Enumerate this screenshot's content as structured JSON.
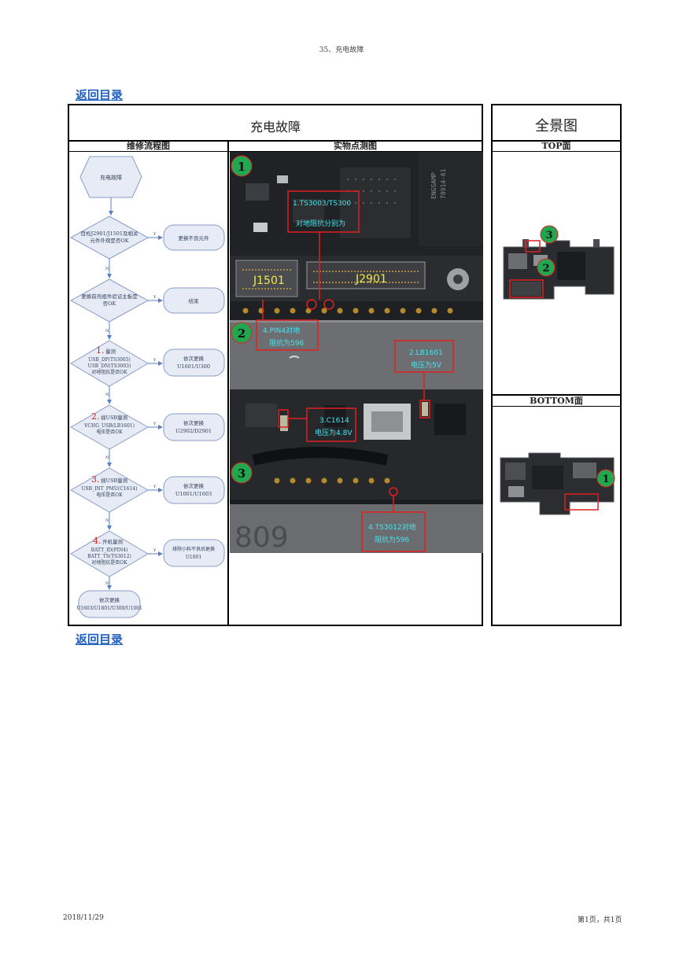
{
  "header": {
    "page_title": "35、充电故障"
  },
  "nav": {
    "back_link_top": "返回目录",
    "back_link_bottom": "返回目录"
  },
  "table": {
    "main_title": "充电故障",
    "overview_title": "全景图",
    "col_flow": "维修流程图",
    "col_photo": "实物点测图",
    "col_top": "TOP面",
    "col_bottom": "BOTTOM面"
  },
  "flowchart": {
    "start": "充电故障",
    "steps": [
      {
        "q1": "目检J2901/J1501及相关",
        "q2": "元件外观是否OK",
        "a1": "更换不良元件",
        "a2": ""
      },
      {
        "q1": "更换前壳组件验证主板是",
        "q2": "否OK",
        "a1": "结束",
        "a2": ""
      },
      {
        "num": "1.",
        "q0": "量测",
        "q1": "USB_DP(TS3005)",
        "q2": "USB_DN(TS3003)",
        "q3": "对地阻抗是否OK",
        "a1": "依次更换",
        "a2": "U1601/U300"
      },
      {
        "num": "2.",
        "q0": "插USB量测",
        "q1": "VCHG_USB(LB1601)",
        "q2": "电压是否OK",
        "a1": "依次更换",
        "a2": "U2902/D2901"
      },
      {
        "num": "3.",
        "q0": "插USB量测",
        "q1": "USB_INT_PMU(C1614)",
        "q2": "电压是否OK",
        "a1": "依次更换",
        "a2": "U1001/U1603"
      },
      {
        "num": "4.",
        "q0": "开机量测",
        "q1": "BATT_ID(PIN4)",
        "q2": "BATT_TS(TS3012)",
        "q3": "对地阻抗是否OK",
        "a1": "排除小料不良后更换",
        "a2": "U1001"
      }
    ],
    "end1": "依次更换",
    "end2": "U1603/U1801/U300/U1001",
    "yes": "Y",
    "no": "N"
  },
  "photo_labels": {
    "j1501": "J1501",
    "j2901": "J2901",
    "a1_line1": "1.TS3003/TS300",
    "a1_line2": "对地阻抗分别为",
    "a4_line1": "4.PIN4对地",
    "a4_line2": "阻抗为596",
    "a2_line1": "2.LB1601",
    "a2_line2": "电压为5V",
    "a3_line1": "3.C1614",
    "a3_line2": "电压为4.8V",
    "a4b_line1": "4.TS3012对地",
    "a4b_line2": "阻抗为596",
    "board_num": "809",
    "chip_text": "ENGSAMP",
    "chip_code": "78914-61",
    "badge1": "1",
    "badge2": "2",
    "badge3": "3"
  },
  "footer": {
    "date": "2018/11/29",
    "pages": "第1页，共1页"
  },
  "colors": {
    "badge_green": "#22a650",
    "annot_red": "#e02020",
    "annot_cyan": "#40e8f0",
    "label_yellow": "#f2e84a"
  }
}
